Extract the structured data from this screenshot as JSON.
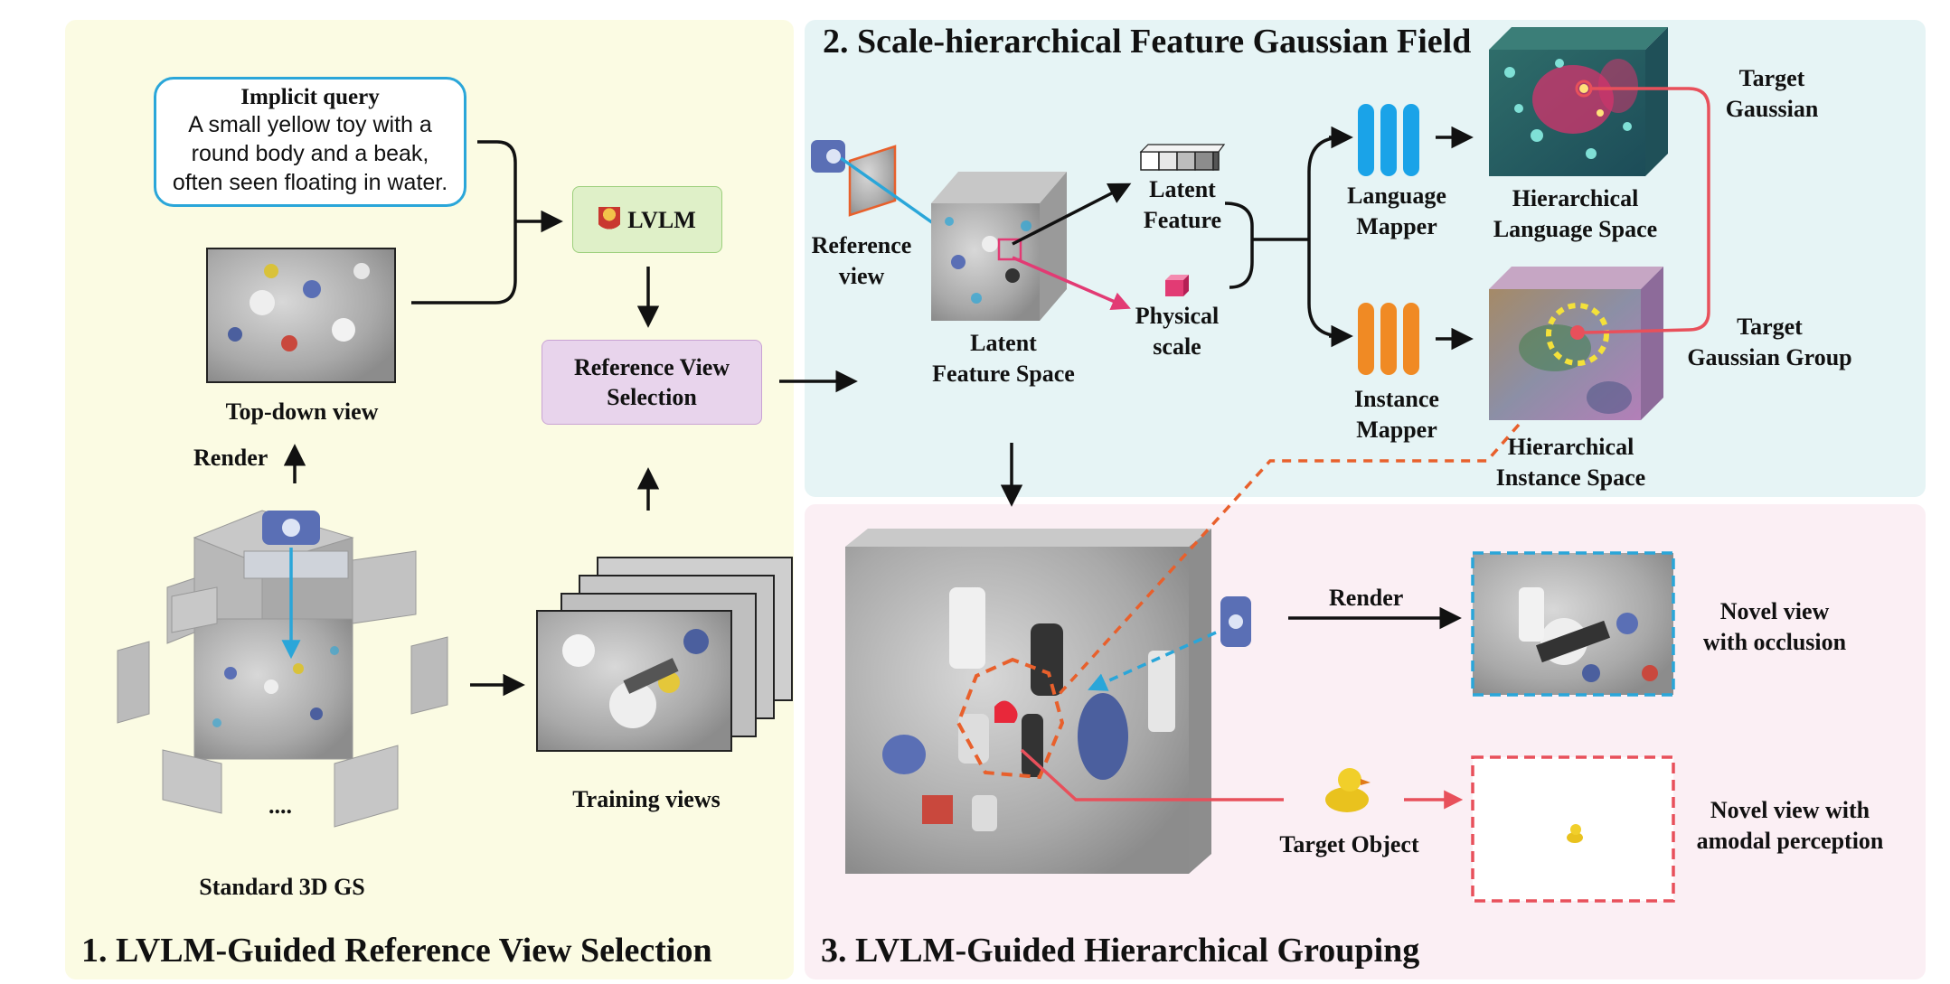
{
  "panels": {
    "p1_title": "1. LVLM-Guided Reference View Selection",
    "p2_title": "2. Scale-hierarchical Feature Gaussian Field",
    "p3_title": "3. LVLM-Guided Hierarchical Grouping"
  },
  "query": {
    "title": "Implicit query",
    "body_line1": "A small yellow toy with a",
    "body_line2": "round body and a beak,",
    "body_line3": "often seen floating in water."
  },
  "stage1": {
    "lvlm": "LVLM",
    "ref_view_selection_line1": "Reference View",
    "ref_view_selection_line2": "Selection",
    "top_down_view": "Top-down view",
    "render": "Render",
    "standard_3dgs": "Standard 3D GS",
    "ellipsis": "....",
    "training_views": "Training views"
  },
  "stage2": {
    "reference_view_line1": "Reference",
    "reference_view_line2": "view",
    "latent_feature_space_line1": "Latent",
    "latent_feature_space_line2": "Feature Space",
    "latent_feature_line1": "Latent",
    "latent_feature_line2": "Feature",
    "physical_scale_line1": "Physical",
    "physical_scale_line2": "scale",
    "language_mapper_line1": "Language",
    "language_mapper_line2": "Mapper",
    "instance_mapper_line1": "Instance",
    "instance_mapper_line2": "Mapper",
    "hier_language_line1": "Hierarchical",
    "hier_language_line2": "Language Space",
    "hier_instance_line1": "Hierarchical",
    "hier_instance_line2": "Instance Space",
    "target_gaussian_line1": "Target",
    "target_gaussian_line2": "Gaussian",
    "target_group_line1": "Target",
    "target_group_line2": "Gaussian Group"
  },
  "stage3": {
    "render": "Render",
    "novel_occlusion_line1": "Novel view",
    "novel_occlusion_line2": "with occlusion",
    "target_object": "Target Object",
    "novel_amodal_line1": "Novel view with",
    "novel_amodal_line2": "amodal perception"
  },
  "colors": {
    "blue": "#2aa6d9",
    "pink": "#e23b74",
    "red": "#e8505b",
    "orange": "#f08a24",
    "orange_dash": "#e8602c",
    "mapper_blue": "#1aa3e8"
  },
  "icons": [
    "camera-icon",
    "lvlm-icon",
    "rubber-duck-icon",
    "feature-vector-icon",
    "scale-cube-icon"
  ]
}
